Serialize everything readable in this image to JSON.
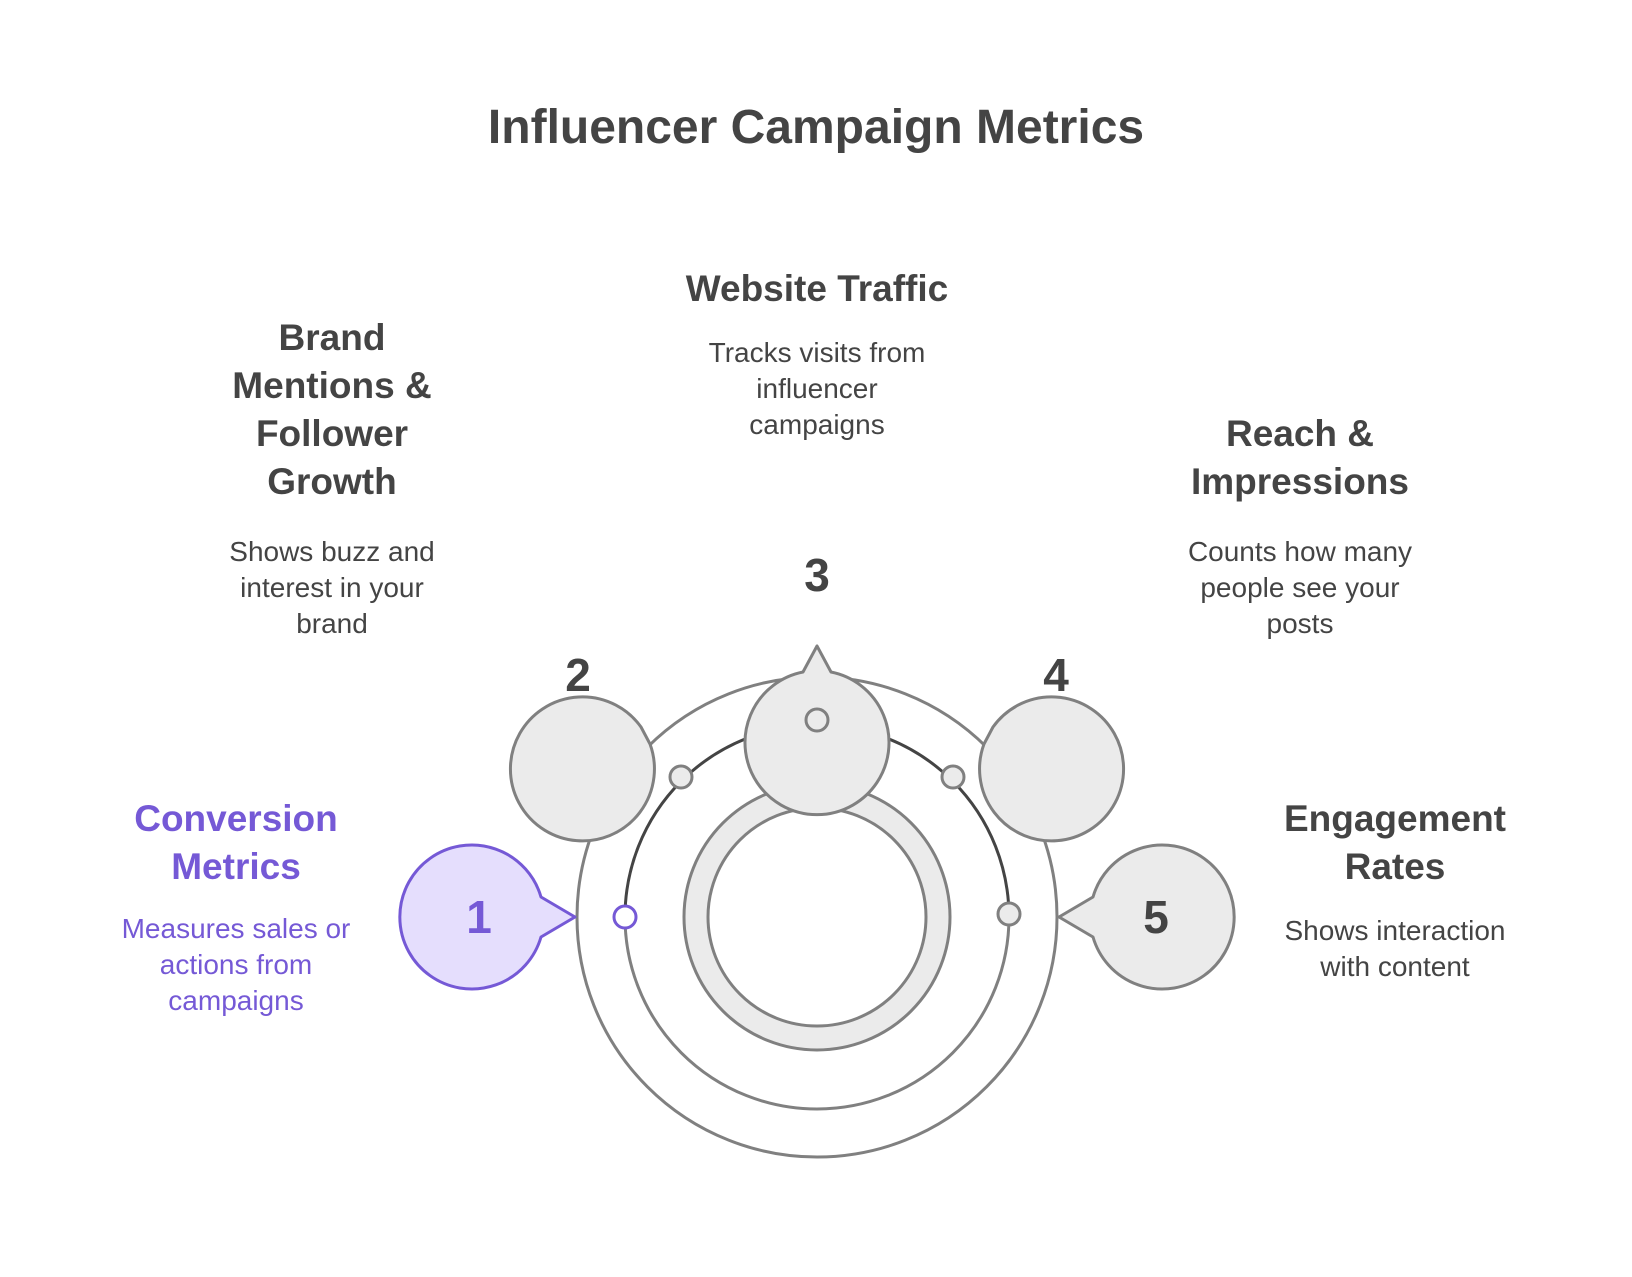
{
  "title": "Influencer Campaign Metrics",
  "colors": {
    "text": "#444444",
    "accent": "#7559d6",
    "accent_fill": "#e5defd",
    "bubble_fill": "#ebebeb",
    "stroke": "#808080",
    "dark_stroke": "#444444"
  },
  "items": [
    {
      "number": "1",
      "title": "Conversion\nMetrics",
      "description": "Measures sales or\nactions from\ncampaigns",
      "active": true
    },
    {
      "number": "2",
      "title": "Brand\nMentions &\nFollower\nGrowth",
      "description": "Shows buzz and\ninterest in your\nbrand",
      "active": false
    },
    {
      "number": "3",
      "title": "Website Traffic",
      "description": "Tracks visits from\ninfluencer\ncampaigns",
      "active": false
    },
    {
      "number": "4",
      "title": "Reach &\nImpressions",
      "description": "Counts how many\npeople see your\nposts",
      "active": false
    },
    {
      "number": "5",
      "title": "Engagement\nRates",
      "description": "Shows interaction\nwith content",
      "active": false
    }
  ]
}
